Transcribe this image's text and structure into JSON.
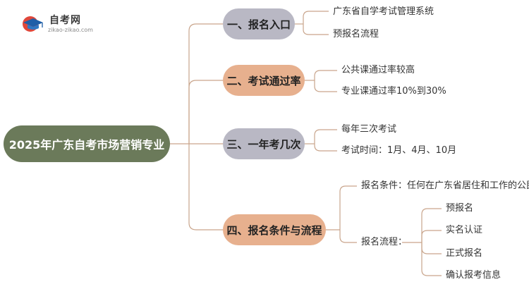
{
  "logo": {
    "title": "自考网",
    "url": "zikao-zikao.com"
  },
  "root": "2025年广东自考市场营销专业",
  "branches": [
    {
      "label": "一、报名入口",
      "items": [
        "广东省自学考试管理系统",
        "预报名流程"
      ]
    },
    {
      "label": "二、考试通过率",
      "items": [
        "公共课通过率较高",
        "专业课通过率10%到30%"
      ]
    },
    {
      "label": "三、一年考几次",
      "items": [
        "每年三次考试",
        "考试时间：1月、4月、10月"
      ]
    },
    {
      "label": "四、报名条件与流程",
      "items": [
        "报名条件：任何在广东省居住和工作的公民",
        "报名流程："
      ]
    }
  ],
  "process_steps": [
    "预报名",
    "实名认证",
    "正式报名",
    "确认报考信息"
  ],
  "colors": {
    "root": "#6b7a5a",
    "branch_gray": "#b9b8c4",
    "branch_peach": "#e7b08e",
    "line": "#c9a58c"
  }
}
